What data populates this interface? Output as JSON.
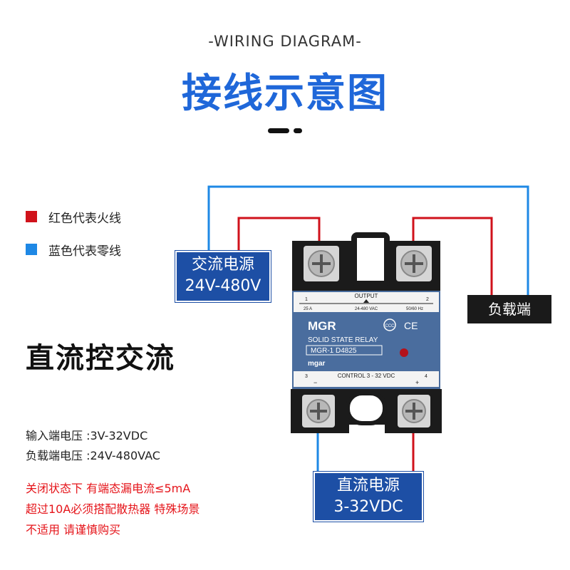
{
  "header": {
    "subtitle": "-WIRING DIAGRAM-",
    "title": "接线示意图"
  },
  "legend": [
    {
      "label": "红色代表火线",
      "color": "#d0121b"
    },
    {
      "label": "蓝色代表零线",
      "color": "#1e88e5"
    }
  ],
  "heading": "直流控交流",
  "specs": [
    "输入端电压 :3V-32VDC",
    "负载端电压 :24V-480VAC"
  ],
  "notes": [
    "关闭状态下 有端态漏电流≤5mA",
    "超过10A必须搭配散热器 特殊场景",
    "不适用 请谨慎购买"
  ],
  "labels": {
    "ac_source_line1": "交流电源",
    "ac_source_line2": "24V-480V",
    "load": "负载端",
    "dc_source_line1": "直流电源",
    "dc_source_line2": "3-32VDC"
  },
  "relay": {
    "terminal_1": "1",
    "terminal_2": "2",
    "output": "OUTPUT",
    "current": "25 A",
    "voltage_ac": "24-480 VAC",
    "frequency": "50/60 Hz",
    "brand": "MGR",
    "type": "SOLID STATE RELAY",
    "model": "MGR-1  D4825",
    "maker": "mgar",
    "control": "CONTROL 3 - 32 VDC",
    "terminal_3": "3",
    "terminal_4": "4",
    "minus": "−",
    "plus": "+",
    "ce": "CE",
    "ccc": "CCC"
  },
  "colors": {
    "title_blue": "#1f67d9",
    "wire_red": "#d0121b",
    "wire_blue": "#1e88e5",
    "label_blue": "#1d4fa5",
    "relay_blue": "#4a6d9e"
  }
}
